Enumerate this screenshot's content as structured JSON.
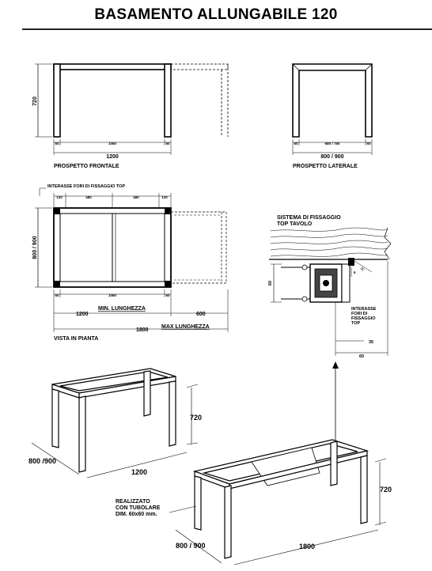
{
  "title": "BASAMENTO ALLUNGABILE 120",
  "front": {
    "height": "720",
    "inner": "1080",
    "leg_left": "60",
    "leg_right": "60",
    "total": "1200",
    "caption": "PROSPETTO FRONTALE"
  },
  "side": {
    "inner": "680 / 780",
    "leg_left": "60",
    "leg_right": "60",
    "total": "800 / 900",
    "caption": "PROSPETTO LATERALE"
  },
  "plan": {
    "interasse_label": "INTERASSE FORI DI FISSAGGIO TOP",
    "seg1": "120",
    "seg2": "480",
    "seg3": "480",
    "seg4": "120",
    "depth": "800 / 900",
    "inner": "1080",
    "leg_left": "60",
    "leg_right": "60",
    "min_value": "1200",
    "min_label": "MIN. LUNGHEZZA",
    "ext_value": "600",
    "max_value": "1800",
    "max_label": "MAX LUNGHEZZA",
    "caption": "VISTA IN PIANTA"
  },
  "detail": {
    "title_line1": "SISTEMA DI FISSAGGIO",
    "title_line2": "TOP TAVOLO",
    "height": "60",
    "small": "6",
    "interasse_line1": "INTERASSE",
    "interasse_line2": "FORI DI",
    "interasse_line3": "FISSAGGIO",
    "interasse_line4": "TOP",
    "offset": "35",
    "width": "60"
  },
  "iso_closed": {
    "height": "720",
    "depth": "800 /900",
    "length": "1200"
  },
  "iso_open": {
    "note_line1": "REALIZZATO",
    "note_line2": "CON TUBOLARE",
    "note_line3": "DIM. 60x60 mm.",
    "height": "720",
    "depth": "800 / 900",
    "length": "1800"
  }
}
